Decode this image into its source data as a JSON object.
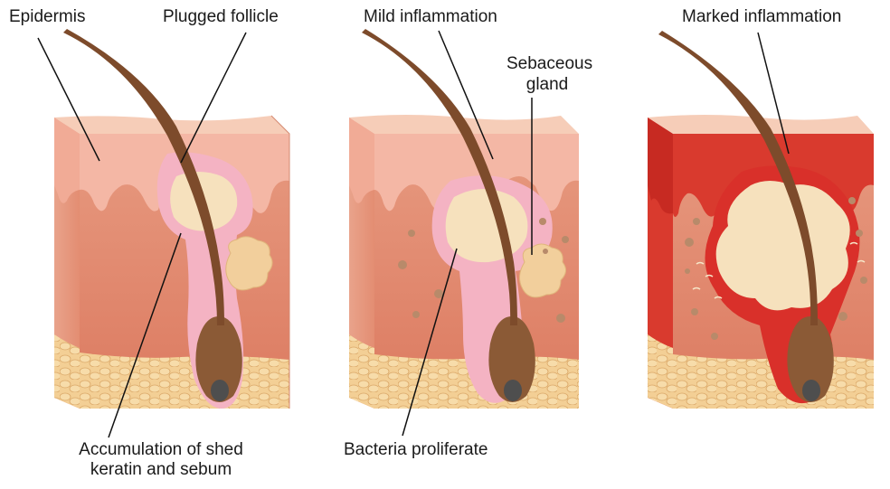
{
  "labels": {
    "epidermis": "Epidermis",
    "plugged_follicle": "Plugged follicle",
    "accumulation_line1": "Accumulation of shed",
    "accumulation_line2": "keratin and sebum",
    "mild_inflammation": "Mild inflammation",
    "sebaceous_gland_line1": "Sebaceous",
    "sebaceous_gland_line2": "gland",
    "bacteria_proliferate": "Bacteria proliferate",
    "marked_inflammation": "Marked inflammation"
  },
  "colors": {
    "dermis": "#e3836a",
    "dermis_dark": "#c8604a",
    "epidermis": "#f3b5a4",
    "skin_top": "#f7d0bc",
    "follicle_lining": "#f6b9c9",
    "plug": "#f5e3bc",
    "fat": "#f1c98a",
    "hair": "#7a4a2c",
    "inflamed": "#d9302a",
    "bacteria": "#b98a6a"
  }
}
